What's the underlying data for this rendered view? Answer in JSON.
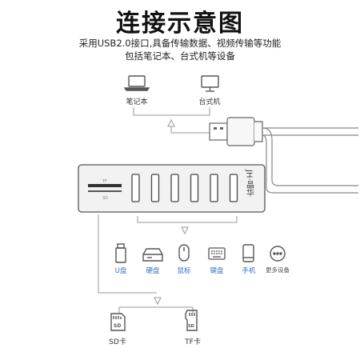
{
  "title": "连接示意图",
  "subtitle_line1": "采用USB2.0接口,具备传输数据、视频传输等功能",
  "subtitle_line2": "包括笔记本、台式机等设备",
  "hosts": [
    {
      "label": "笔记本",
      "icon": "laptop-icon"
    },
    {
      "label": "台式机",
      "icon": "desktop-monitor-icon"
    }
  ],
  "hub": {
    "brand": "JH·晶华",
    "slot_tf_label": "TF",
    "slot_sd_label": "SD",
    "port_count": 6
  },
  "devices": [
    {
      "label": "U盘",
      "icon": "usb-drive-icon"
    },
    {
      "label": "硬盘",
      "icon": "hard-disk-icon"
    },
    {
      "label": "鼠标",
      "icon": "mouse-icon"
    },
    {
      "label": "键盘",
      "icon": "keyboard-icon"
    },
    {
      "label": "手机",
      "icon": "phone-icon"
    },
    {
      "label": "更多设备",
      "icon": "more-icon"
    }
  ],
  "cards": [
    {
      "label": "SD卡",
      "icon": "sd-card-icon"
    },
    {
      "label": "TF卡",
      "icon": "tf-card-icon"
    }
  ],
  "colors": {
    "line": "#9a9a9a",
    "hub_body": "#f2f2f2",
    "device_label": "#3a6fc4"
  }
}
